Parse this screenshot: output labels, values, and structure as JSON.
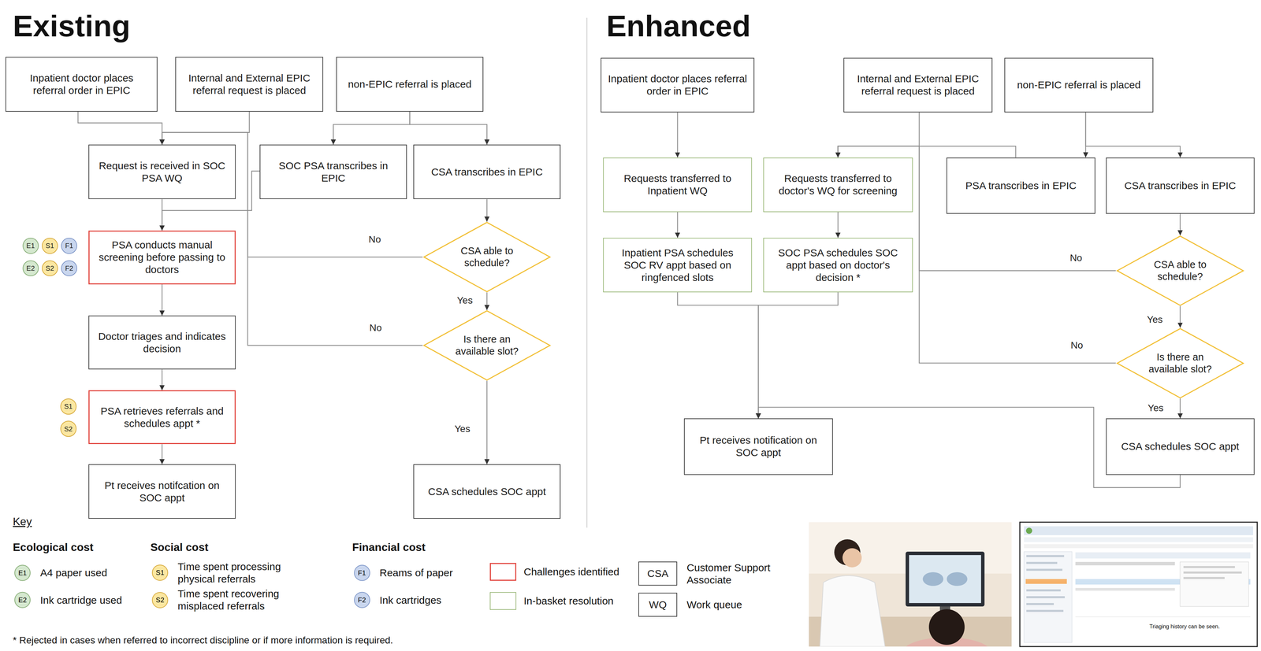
{
  "diagram": {
    "nodes": [
      {
        "text": [
          "Inpatient doctor places referral order in EPIC"
        ]
      },
      {
        "text": [
          "Internal and External EPIC referral request is placed"
        ]
      },
      {
        "text": [
          "non-EPIC referral is placed"
        ]
      },
      {
        "text": [
          "Request is received in SOC PSA WQ"
        ]
      },
      {
        "text": [
          "SOC PSA transcribes in EPIC"
        ]
      },
      {
        "text": [
          "CSA transcribes in EPIC"
        ]
      },
      {
        "text": [
          "PSA conducts manual screening before passing to doctors"
        ]
      },
      {
        "text": [
          "CSA able to schedule?"
        ]
      },
      {
        "text": [
          "Doctor triages and indicates decision"
        ]
      },
      {
        "text": [
          "Is there an available slot?"
        ]
      },
      {
        "text": [
          "PSA retrieves referrals and schedules appt *"
        ]
      },
      {
        "text": [
          "Pt receives notifcation on SOC appt"
        ]
      },
      {
        "text": [
          "CSA schedules SOC appt"
        ]
      },
      {
        "text": [
          "Inpatient doctor places referral order in EPIC"
        ]
      },
      {
        "text": [
          "Internal and External EPIC referral request is placed"
        ]
      },
      {
        "text": [
          "non-EPIC referral is placed"
        ]
      },
      {
        "text": [
          "Requests transferred to Inpatient WQ"
        ]
      },
      {
        "text": [
          "Requests transferred to doctor's WQ for screening"
        ]
      },
      {
        "text": [
          "PSA transcribes in EPIC"
        ]
      },
      {
        "text": [
          "CSA transcribes in EPIC"
        ]
      },
      {
        "text": [
          "Inpatient PSA schedules SOC RV appt based on ringfenced slots"
        ]
      },
      {
        "text": [
          "SOC PSA schedules SOC appt based on doctor's decision *"
        ]
      },
      {
        "text": [
          "CSA able to schedule?"
        ]
      },
      {
        "text": [
          "Is there an available slot?"
        ]
      },
      {
        "text": [
          "Pt receives notification on SOC appt"
        ]
      },
      {
        "text": [
          "CSA schedules SOC appt"
        ]
      },
      {
        "text": [
          "E1"
        ]
      },
      {
        "text": [
          "S1"
        ]
      },
      {
        "text": [
          "F1"
        ]
      },
      {
        "text": [
          "E2"
        ]
      },
      {
        "text": [
          "S2"
        ]
      },
      {
        "text": [
          "F2"
        ]
      },
      {
        "text": [
          "S1"
        ]
      },
      {
        "text": [
          "S2"
        ]
      },
      {
        "text": [
          "CSA"
        ]
      },
      {
        "text": [
          "WQ"
        ]
      }
    ],
    "edges": [
      {
        "from": 0,
        "to": 3,
        "arrow": "to"
      },
      {
        "from": 1,
        "to": 3,
        "arrow": "to"
      },
      {
        "from": 2,
        "to": 4,
        "arrow": "to"
      },
      {
        "from": 2,
        "to": 5,
        "arrow": "to"
      },
      {
        "from": 3,
        "to": 6,
        "arrow": "to"
      },
      {
        "from": 4,
        "to": 6,
        "arrow": "to"
      },
      {
        "from": 5,
        "to": 7,
        "arrow": "to"
      },
      {
        "from": 7,
        "to": 3,
        "label": "No",
        "arrow": "to"
      },
      {
        "from": 7,
        "to": 9,
        "label": "Yes",
        "arrow": "to"
      },
      {
        "from": 6,
        "to": 8,
        "arrow": "to"
      },
      {
        "from": 9,
        "to": 3,
        "label": "No",
        "arrow": "to"
      },
      {
        "from": 9,
        "to": 12,
        "label": "Yes",
        "arrow": "to"
      },
      {
        "from": 8,
        "to": 10,
        "arrow": "to"
      },
      {
        "from": 10,
        "to": 11,
        "arrow": "to"
      },
      {
        "from": 13,
        "to": 16,
        "arrow": "to"
      },
      {
        "from": 14,
        "to": 17,
        "arrow": "to"
      },
      {
        "from": 15,
        "to": 18,
        "arrow": "to"
      },
      {
        "from": 15,
        "to": 19,
        "arrow": "to"
      },
      {
        "from": 18,
        "to": 17,
        "arrow": "to"
      },
      {
        "from": 16,
        "to": 20,
        "arrow": "to"
      },
      {
        "from": 17,
        "to": 21,
        "arrow": "to"
      },
      {
        "from": 19,
        "to": 22,
        "arrow": "to"
      },
      {
        "from": 22,
        "to": 17,
        "label": "No",
        "arrow": "to"
      },
      {
        "from": 22,
        "to": 23,
        "label": "Yes",
        "arrow": "to"
      },
      {
        "from": 20,
        "to": 24,
        "arrow": "to"
      },
      {
        "from": 21,
        "to": 24,
        "arrow": "to"
      },
      {
        "from": 23,
        "to": 17,
        "label": "No",
        "arrow": "to"
      },
      {
        "from": 23,
        "to": 25,
        "label": "Yes",
        "arrow": "to"
      },
      {
        "from": 25,
        "to": 24,
        "arrow": "to"
      }
    ],
    "labels": [
      "Existing",
      "Enhanced",
      "Key",
      "Ecological cost",
      "Social cost",
      "Financial cost",
      "E1",
      "E2",
      "S1",
      "S2",
      "F1",
      "F2",
      "Customer Support Associate",
      "Work queue",
      "* Rejected in cases when referred to incorrect discipline or if more information is required.",
      "Triaging history can be seen."
    ],
    "legend": [
      {
        "text": "A4 paper used",
        "color": "#d5e8cf"
      },
      {
        "text": "Ink cartridge used",
        "color": "#d5e8cf"
      },
      {
        "text": "Time spent processing physical referrals",
        "color": "#fbe7a1"
      },
      {
        "text": "Time spent recovering misplaced referrals",
        "color": "#fbe7a1"
      },
      {
        "text": "Reams of paper",
        "color": "#c9d6ee"
      },
      {
        "text": "Ink cartridges",
        "color": "#c9d6ee"
      },
      {
        "text": "Challenges identified"
      },
      {
        "text": "In-basket resolution"
      }
    ]
  }
}
